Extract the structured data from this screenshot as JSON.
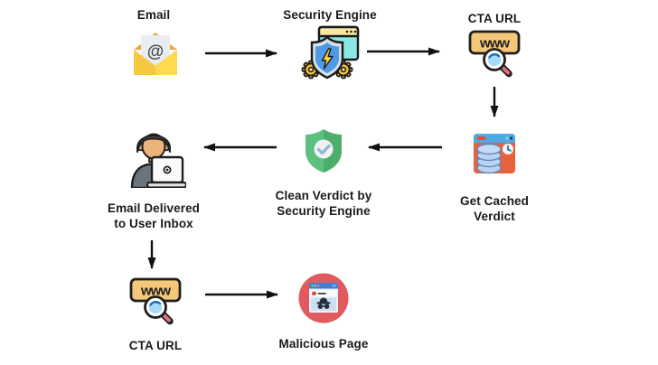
{
  "diagram": {
    "title_implicit": "Email security URL scanning flow",
    "nodes": [
      {
        "id": "email",
        "label": "Email",
        "icon": "envelope-at-icon"
      },
      {
        "id": "security-engine",
        "label": "Security Engine",
        "icon": "shield-browser-gears-icon"
      },
      {
        "id": "cta-url-top",
        "label": "CTA URL",
        "icon": "www-magnifier-icon"
      },
      {
        "id": "get-cached-verdict",
        "label": "Get Cached Verdict",
        "icon": "browser-database-clock-icon"
      },
      {
        "id": "clean-verdict",
        "label": "Clean Verdict by Security Engine",
        "icon": "green-shield-check-icon"
      },
      {
        "id": "email-delivered",
        "label": "Email Delivered to User Inbox",
        "icon": "user-laptop-icon"
      },
      {
        "id": "cta-url-bottom",
        "label": "CTA URL",
        "icon": "www-magnifier-icon"
      },
      {
        "id": "malicious-page",
        "label": "Malicious Page",
        "icon": "incognito-browser-icon"
      }
    ],
    "edges": [
      {
        "from": "email",
        "to": "security-engine",
        "direction": "right"
      },
      {
        "from": "security-engine",
        "to": "cta-url-top",
        "direction": "right"
      },
      {
        "from": "cta-url-top",
        "to": "get-cached-verdict",
        "direction": "down"
      },
      {
        "from": "get-cached-verdict",
        "to": "clean-verdict",
        "direction": "left"
      },
      {
        "from": "clean-verdict",
        "to": "email-delivered",
        "direction": "left"
      },
      {
        "from": "email-delivered",
        "to": "cta-url-bottom",
        "direction": "down"
      },
      {
        "from": "cta-url-bottom",
        "to": "malicious-page",
        "direction": "right"
      }
    ],
    "icon_text": {
      "email_glyph": "@",
      "www_glyph": "www"
    },
    "colors": {
      "background": "#ffffff",
      "arrow": "#111111",
      "label_text": "#1a1a1a",
      "envelope_yellow": "#FFD94E",
      "envelope_flap_orange": "#F2A53B",
      "browser_teal": "#8BE8E4",
      "shield_blue": "#4D9BE8",
      "lightning_yellow": "#FFD23F",
      "gear_yellow": "#F7C13E",
      "url_bar_tan": "#F5C879",
      "magnifier_lens_blue": "#A6DCF7",
      "magnifier_handle_red": "#E0717B",
      "cache_body_orange": "#E8613D",
      "cache_header_blue": "#4FA8E8",
      "database_disk_blue": "#B8D4F0",
      "verdict_shield_green": "#5CC17E",
      "verdict_check_blue": "#8FB8D8",
      "skin_tan": "#EBB27A",
      "shirt_gray": "#6A7580",
      "malicious_circle_red": "#E05A5F",
      "malicious_header_blue": "#3E7FD4",
      "spy_dark": "#25303F"
    }
  }
}
